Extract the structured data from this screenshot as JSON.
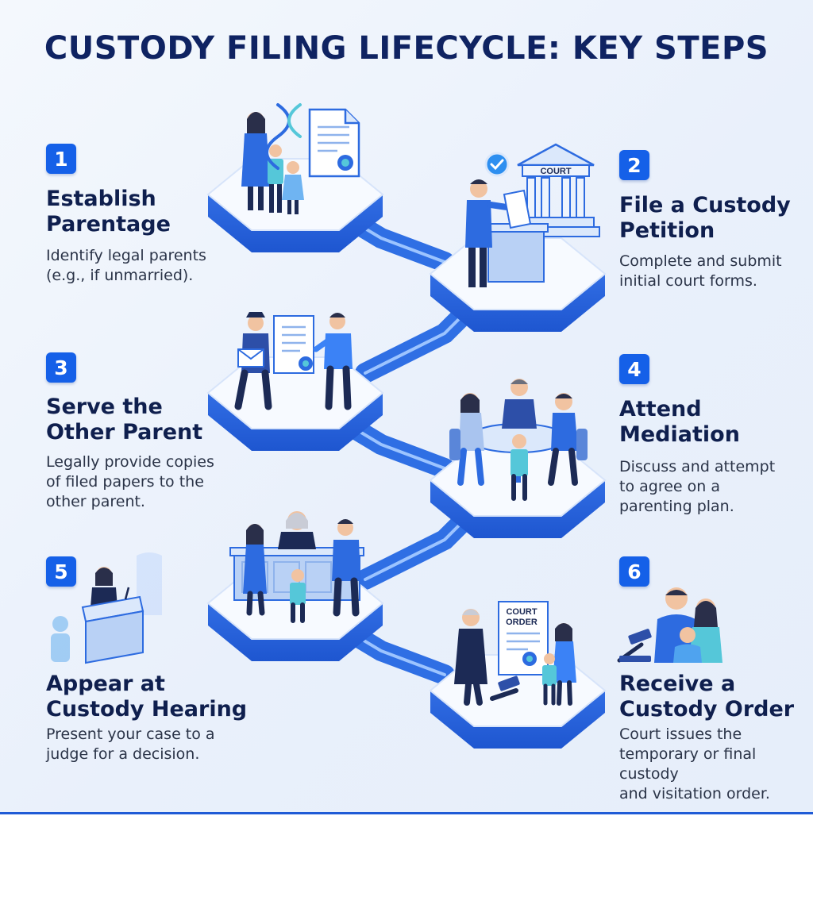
{
  "title": "CUSTODY FILING LIFECYCLE: KEY STEPS",
  "steps": [
    {
      "number": "1",
      "title": "Establish\nParentage",
      "description": "Identify legal parents\n(e.g., if unmarried)."
    },
    {
      "number": "2",
      "title": "File a Custody\nPetition",
      "description": "Complete and submit\ninitial court forms."
    },
    {
      "number": "3",
      "title": "Serve the\nOther Parent",
      "description": "Legally provide copies\nof filed papers to the\nother parent."
    },
    {
      "number": "4",
      "title": "Attend\nMediation",
      "description": "Discuss and attempt\nto agree on a\nparenting plan."
    },
    {
      "number": "5",
      "title": "Appear at\nCustody Hearing",
      "description": "Present your case to a\njudge for a decision."
    },
    {
      "number": "6",
      "title": "Receive a\nCustody Order",
      "description": "Court issues the\ntemporary or final custody\nand visitation order."
    }
  ],
  "illustration_labels": {
    "court_building": "COURT",
    "court_order_line1": "COURT",
    "court_order_line2": "ORDER"
  },
  "colors": {
    "accent": "#1560e8",
    "title": "#0f2362",
    "platform_side": "#2f6fe4",
    "platform_top": "#f7faff"
  }
}
